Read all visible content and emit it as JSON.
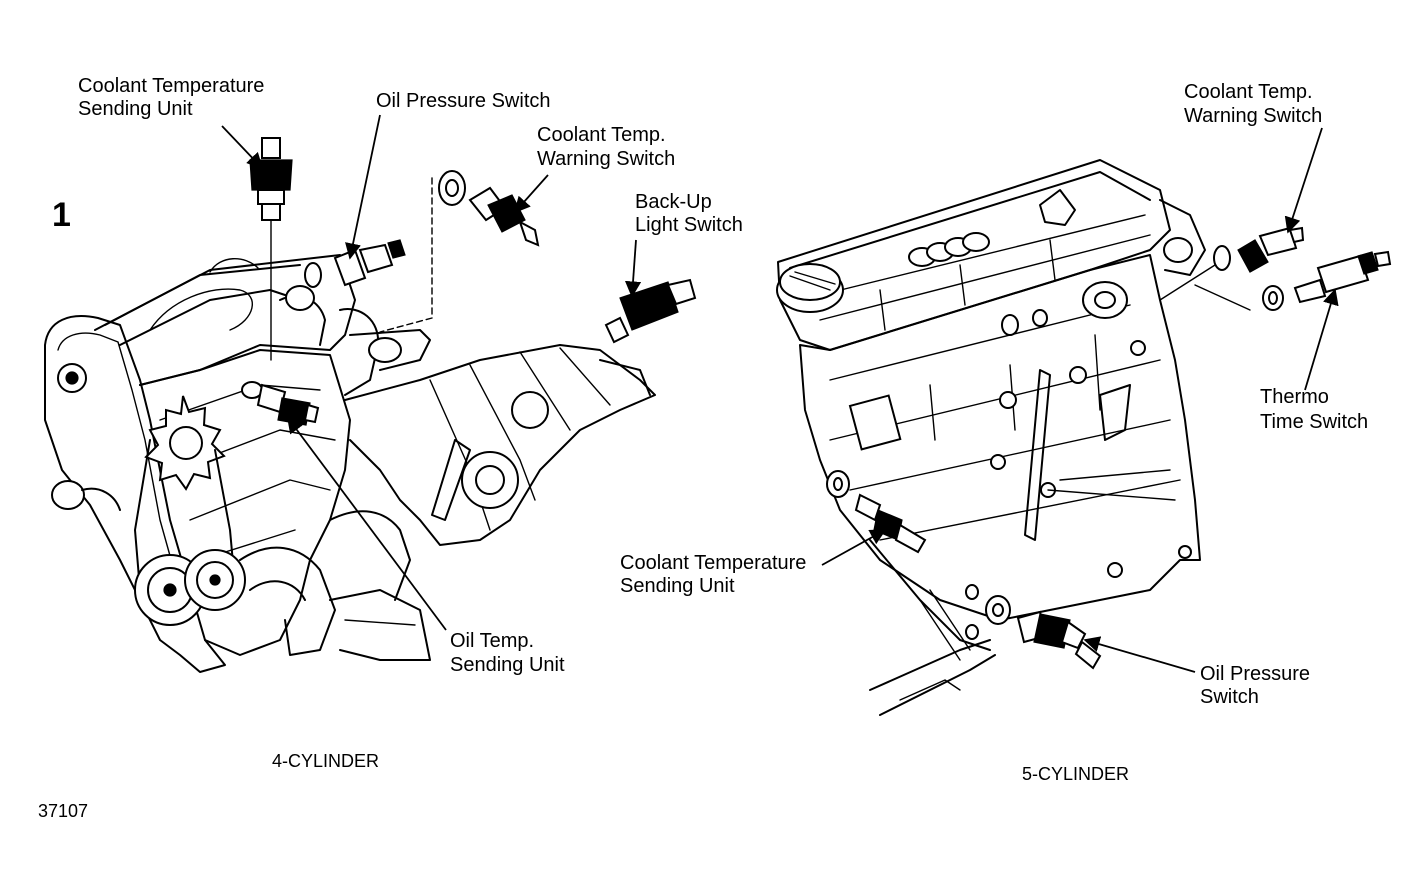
{
  "figure_number": "1",
  "figure_code": "37107",
  "engines": [
    {
      "caption": "4-CYLINDER",
      "labels": {
        "coolant_temp_sending_unit": [
          "Coolant Temperature",
          "Sending Unit"
        ],
        "oil_pressure_switch": [
          "Oil Pressure Switch"
        ],
        "coolant_temp_warning_switch": [
          "Coolant Temp.",
          "Warning Switch"
        ],
        "backup_light_switch": [
          "Back-Up",
          "Light Switch"
        ],
        "oil_temp_sending_unit": [
          "Oil Temp.",
          "Sending Unit"
        ]
      }
    },
    {
      "caption": "5-CYLINDER",
      "labels": {
        "coolant_temp_warning_switch": [
          "Coolant Temp.",
          "Warning Switch"
        ],
        "thermo_time_switch": [
          "Thermo",
          "Time Switch"
        ],
        "coolant_temp_sending_unit": [
          "Coolant Temperature",
          "Sending Unit"
        ],
        "oil_pressure_switch": [
          "Oil Pressure",
          "Switch"
        ]
      }
    }
  ]
}
